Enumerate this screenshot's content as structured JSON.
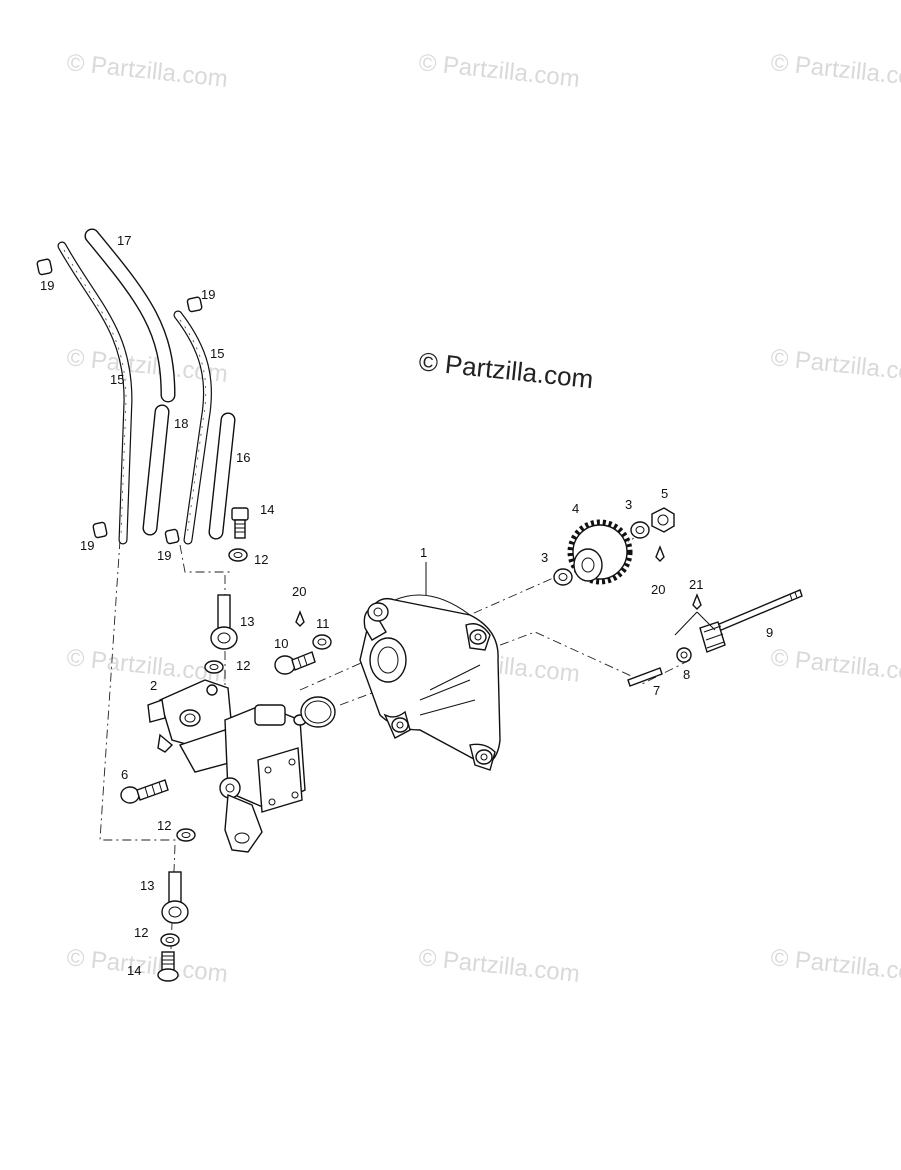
{
  "watermarks": {
    "text": "© Partzilla.com",
    "center_text": "© Partzilla.com"
  },
  "callouts": {
    "c1": "1",
    "c2": "2",
    "c3a": "3",
    "c3b": "3",
    "c4": "4",
    "c5": "5",
    "c6": "6",
    "c7": "7",
    "c8": "8",
    "c9": "9",
    "c10": "10",
    "c11": "11",
    "c12a": "12",
    "c12b": "12",
    "c12c": "12",
    "c12d": "12",
    "c13a": "13",
    "c13b": "13",
    "c14a": "14",
    "c14b": "14",
    "c15a": "15",
    "c15b": "15",
    "c16": "16",
    "c17": "17",
    "c18": "18",
    "c19a": "19",
    "c19b": "19",
    "c19c": "19",
    "c19d": "19",
    "c20a": "20",
    "c20b": "20",
    "c21": "21"
  }
}
